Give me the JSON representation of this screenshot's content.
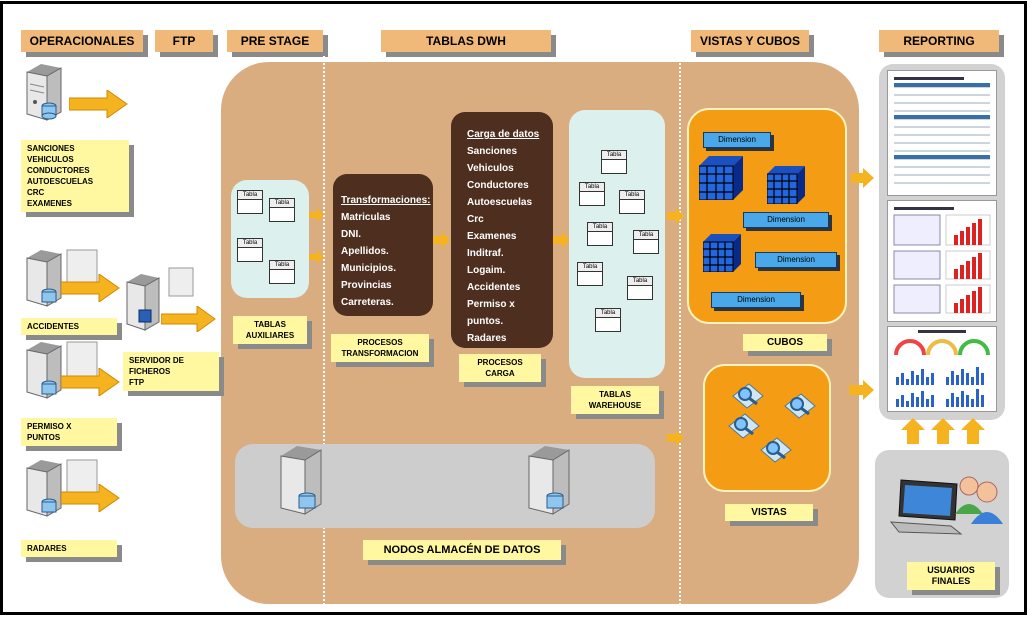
{
  "headers": {
    "operacionales": "OPERACIONALES",
    "ftp": "FTP",
    "pre_stage": "PRE STAGE",
    "tablas_dwh": "TABLAS DWH",
    "vistas_cubos": "VISTAS Y CUBOS",
    "reporting": "REPORTING"
  },
  "sources": {
    "group1": [
      "SANCIONES",
      "VEHICULOS",
      "CONDUCTORES",
      "AUTOESCUELAS",
      "CRC",
      "EXAMENES"
    ],
    "accidentes": "ACCIDENTES",
    "permiso": [
      "PERMISO X",
      "PUNTOS"
    ],
    "radares": "RADARES"
  },
  "ftp_server": [
    "SERVIDOR DE",
    "FICHEROS",
    "FTP"
  ],
  "table_label": "Tabla",
  "tablas_auxiliares": [
    "TABLAS",
    "AUXILIARES"
  ],
  "transformaciones": {
    "title": "Transformaciones:",
    "items": [
      "Matriculas",
      "DNI.",
      "Apellidos.",
      "Municipios.",
      "Provincias",
      "Carreteras."
    ]
  },
  "procesos_transformacion": [
    "PROCESOS",
    "TRANSFORMACION"
  ],
  "carga": {
    "title": "Carga de datos",
    "items": [
      "Sanciones",
      "Vehiculos",
      "Conductores",
      "Autoescuelas",
      "Crc",
      "Examenes",
      "Inditraf.",
      "Logaim.",
      "Accidentes",
      "Permiso x puntos.",
      "Radares"
    ]
  },
  "procesos_carga": [
    "PROCESOS",
    "CARGA"
  ],
  "tablas_warehouse": [
    "TABLAS",
    "WAREHOUSE"
  ],
  "dimension_label": "Dimension",
  "cubos": "CUBOS",
  "vistas": "VISTAS",
  "nodos": "NODOS ALMACÉN DE DATOS",
  "usuarios": [
    "USUARIOS",
    "FINALES"
  ],
  "colors": {
    "header": "#f0b97a",
    "label": "#fff8a0",
    "container": "#d9ad80",
    "brown": "#4e2e1e",
    "orange": "#f39c14",
    "arrow": "#f5b320"
  }
}
